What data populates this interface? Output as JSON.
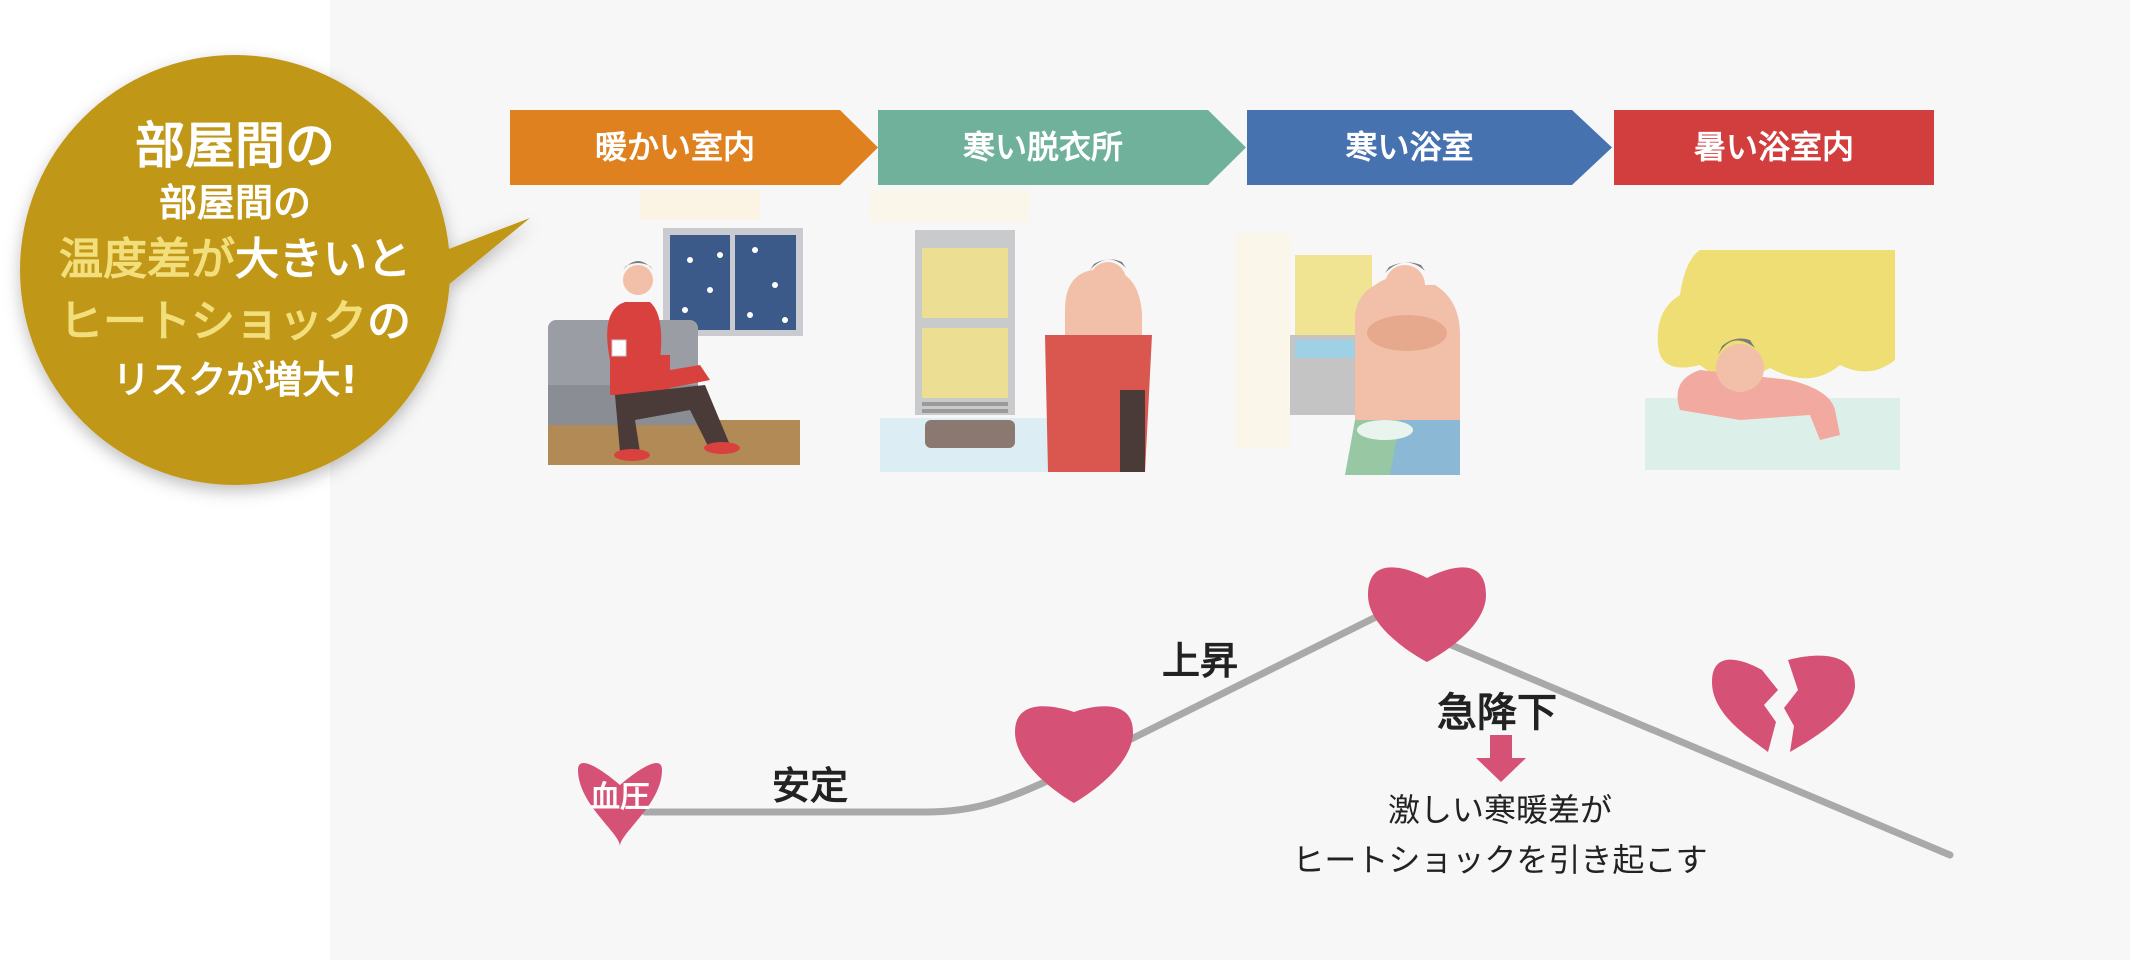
{
  "bubble": {
    "line1": "部屋間の",
    "line2": "部屋間の",
    "line3_highlight": "温度差が",
    "line3_rest": "大きいと",
    "line4_highlight": "ヒートショック",
    "line4_rest": "の",
    "line5": "リスクが増大!",
    "color": "#c09715",
    "highlight_color": "#f2df7c"
  },
  "steps": [
    {
      "label": "暖かい室内",
      "color": "#e08120"
    },
    {
      "label": "寒い脱衣所",
      "color": "#6fb19a"
    },
    {
      "label": "寒い浴室",
      "color": "#4672b0"
    },
    {
      "label": "暑い浴室内",
      "color": "#d23e3e"
    }
  ],
  "graph": {
    "heart_label": "血圧",
    "stable_label": "安定",
    "rise_label": "上昇",
    "drop_label": "急降下",
    "description_line1": "激しい寒暖差が",
    "description_line2": "ヒートショックを引き起こす",
    "heart_color": "#d65176",
    "line_color": "#a9a9a9"
  }
}
